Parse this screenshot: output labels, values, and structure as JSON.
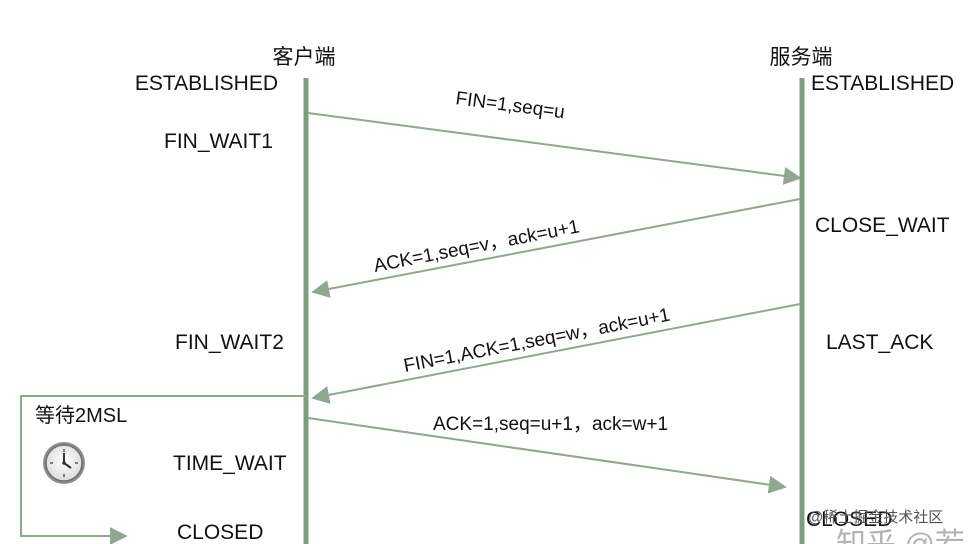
{
  "client": {
    "title": "客户端",
    "states": [
      "ESTABLISHED",
      "FIN_WAIT1",
      "FIN_WAIT2",
      "TIME_WAIT",
      "CLOSED"
    ]
  },
  "server": {
    "title": "服务端",
    "states": [
      "ESTABLISHED",
      "CLOSE_WAIT",
      "LAST_ACK",
      "CLOSED"
    ]
  },
  "messages": [
    {
      "label": "FIN=1,seq=u",
      "direction": "client-to-server"
    },
    {
      "label": "ACK=1,seq=v，ack=u+1",
      "direction": "server-to-client"
    },
    {
      "label": "FIN=1,ACK=1,seq=w，ack=u+1",
      "direction": "server-to-client"
    },
    {
      "label": "ACK=1,seq=u+1，ack=w+1",
      "direction": "client-to-server"
    }
  ],
  "wait_note": {
    "label": "等待2MSL",
    "icon": "clock-icon"
  },
  "watermark": {
    "small": "@稀土掘金技术社区",
    "large": "知乎 @若"
  },
  "colors": {
    "timeline": "#7aa07a",
    "arrow": "#8fa88f",
    "text": "#111111"
  }
}
